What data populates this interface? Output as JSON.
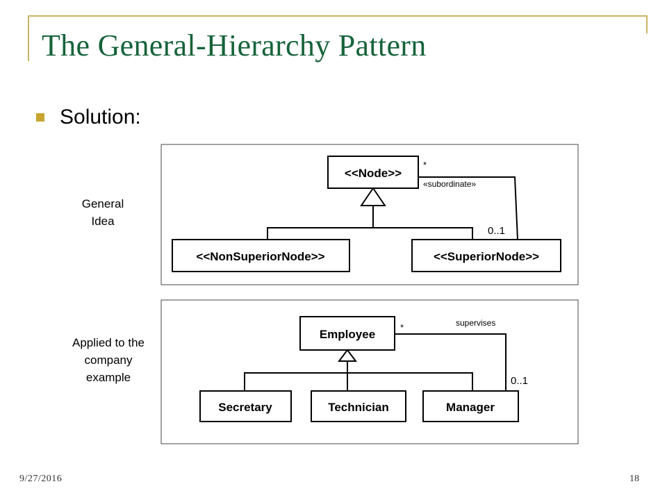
{
  "slide": {
    "title": "The General-Hierarchy Pattern",
    "bullet": "Solution:",
    "footer_date": "9/27/2016",
    "page_number": "18",
    "accent_color": "#c8b464",
    "title_color": "#16633a"
  },
  "general": {
    "label_line1": "General",
    "label_line2": "Idea",
    "node": "<<Node>>",
    "non_superior": "<<NonSuperiorNode>>",
    "superior": "<<SuperiorNode>>",
    "mult_many": "*",
    "mult_opt": "0..1",
    "assoc": "«subordinate»"
  },
  "applied": {
    "label_line1": "Applied to the",
    "label_line2": "company",
    "label_line3": "example",
    "employee": "Employee",
    "secretary": "Secretary",
    "technician": "Technician",
    "manager": "Manager",
    "mult_many": "*",
    "mult_opt": "0..1",
    "assoc": "supervises"
  }
}
